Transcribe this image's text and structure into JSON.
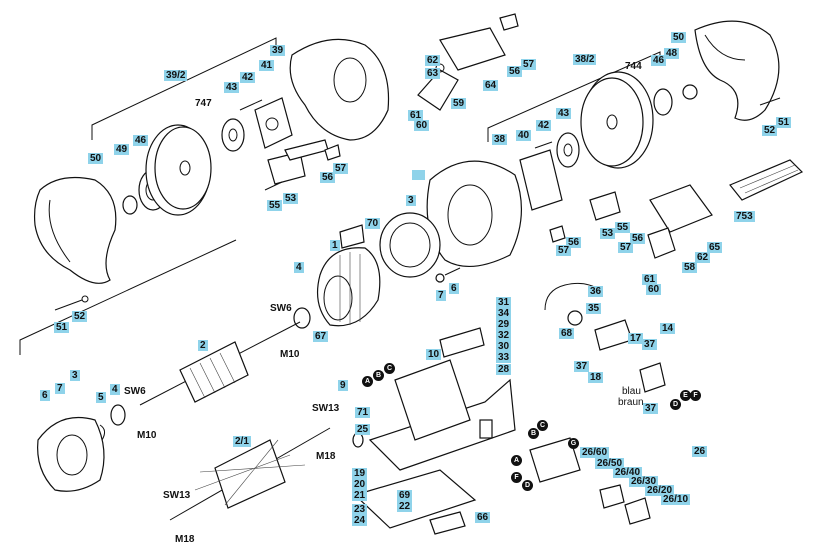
{
  "parts": {
    "p39_2": "39/2",
    "p39": "39",
    "p41": "41",
    "p42a": "42",
    "p43a": "43",
    "p747": "747",
    "p50a": "50",
    "p49": "49",
    "p46a": "46",
    "p51a": "51",
    "p52a": "52",
    "p55a": "55",
    "p53a": "53",
    "p56a": "56",
    "p57a": "57",
    "p62a": "62",
    "p63": "63",
    "p61a": "61",
    "p60a": "60",
    "p59": "59",
    "p64": "64",
    "p56b": "56",
    "p57b": "57",
    "p38_2": "38/2",
    "p744": "744",
    "p50b": "50",
    "p48": "48",
    "p46b": "46",
    "p43b": "43",
    "p42b": "42",
    "p40": "40",
    "p38": "38",
    "p52b": "52",
    "p51b": "51",
    "p753": "753",
    "p55b": "55",
    "p53b": "53",
    "p56c": "56",
    "p57c": "57",
    "p56d": "56",
    "p57d": "57",
    "p58": "58",
    "p62b": "62",
    "p65": "65",
    "p61b": "61",
    "p60b": "60",
    "p70": "70",
    "p1": "1",
    "p3a": "3",
    "p4a": "4",
    "p7a": "7",
    "p6a": "6",
    "p67": "67",
    "pSW6a": "SW6",
    "pM10a": "M10",
    "p2": "2",
    "p9": "9",
    "p6b": "6",
    "p7b": "7",
    "p3b": "3",
    "p5": "5",
    "p4b": "4",
    "pSW6b": "SW6",
    "pM10b": "M10",
    "p2_1": "2/1",
    "pSW13a": "SW13",
    "pM18a": "M18",
    "pSW13b": "SW13",
    "pM18b": "M18",
    "p36": "36",
    "p35": "35",
    "p68": "68",
    "p14": "14",
    "p17": "17",
    "p37a": "37",
    "p37b": "37",
    "p18": "18",
    "pBlau": "blau",
    "pBraun": "braun",
    "p37c": "37",
    "p31": "31",
    "p34": "34",
    "p29": "29",
    "p32": "32",
    "p30": "30",
    "p33": "33",
    "p28": "28",
    "p10": "10",
    "p71": "71",
    "p25": "25",
    "p19": "19",
    "p20": "20",
    "p21": "21",
    "p69": "69",
    "p22": "22",
    "p23": "23",
    "p24": "24",
    "p66": "66",
    "p26": "26",
    "p26_60": "26/60",
    "p26_50": "26/50",
    "p26_40": "26/40",
    "p26_30": "26/30",
    "p26_20": "26/20",
    "p26_10": "26/10"
  },
  "wire_letters": {
    "a": "A",
    "b": "B",
    "c": "C",
    "d": "D",
    "e": "E",
    "f": "F",
    "g": "G"
  },
  "accent_color": "#8fd3ea"
}
